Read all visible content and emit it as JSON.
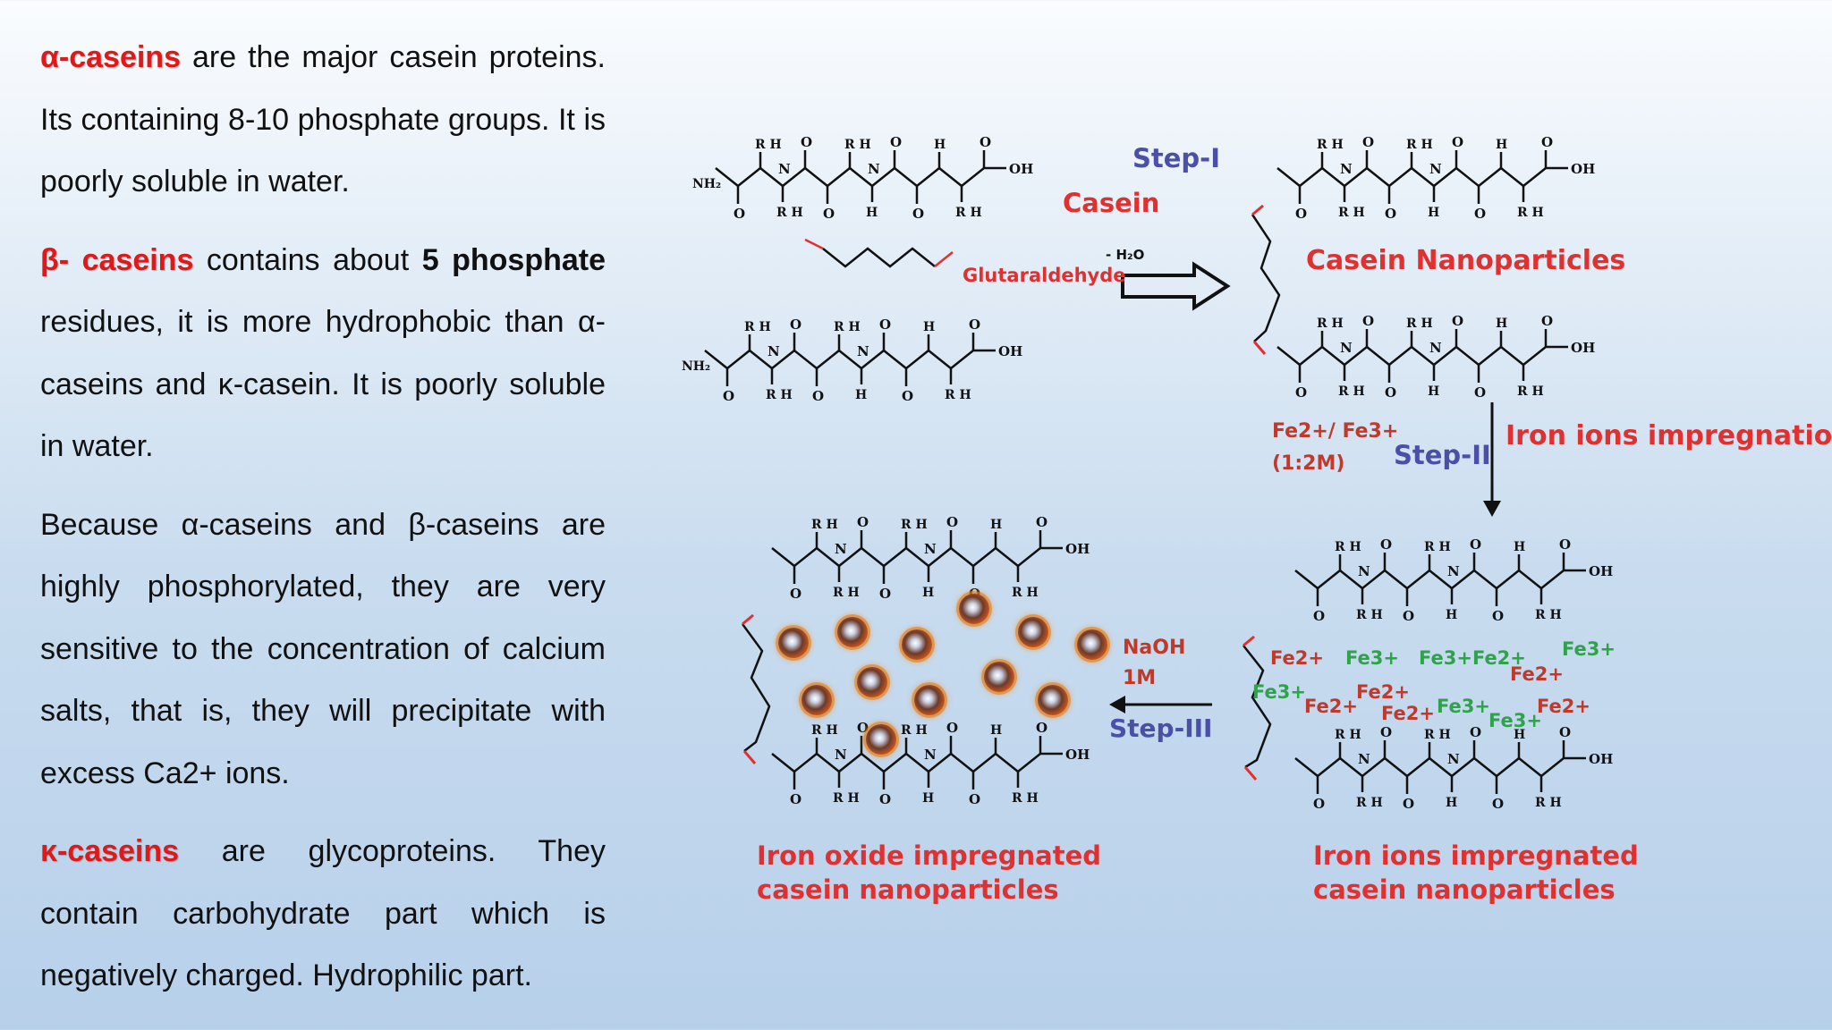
{
  "paragraphs": {
    "alpha": {
      "term": "α-caseins",
      "rest": " are the major casein proteins. Its containing  8-10 phosphate groups. It is poorly soluble in water."
    },
    "beta": {
      "term": "β- caseins",
      "mid": " contains about ",
      "bold": "5 phosphate",
      "rest": " residues, it is more hydrophobic than α-caseins and κ-casein. It is poorly soluble in water."
    },
    "because": "Because α-caseins and β-caseins are highly phosphorylated, they are very sensitive to the concentration of calcium salts, that is, they will precipitate with excess Ca2+ ions.",
    "kappa": {
      "term": "κ-caseins",
      "rest": " are glycoproteins. They contain carbohydrate part which is negatively charged. Hydrophilic part."
    }
  },
  "diagram": {
    "step1": "Step-I",
    "casein": "Casein",
    "water_loss": "- H₂O",
    "glutaraldehyde": "Glutaraldehyde",
    "casein_nanoparticles": "Casein Nanoparticles",
    "fe_ratio_line1": "Fe2+/ Fe3+",
    "fe_ratio_line2": "(1:2M)",
    "step2": "Step-II",
    "iron_impregnation": "Iron ions impregnation",
    "naoh_line1": "NaOH",
    "naoh_line2": "1M",
    "step3": "Step-III",
    "caption_left_1": "Iron oxide impregnated",
    "caption_left_2": "casein nanoparticles",
    "caption_right_1": "Iron ions impregnated",
    "caption_right_2": "casein nanoparticles",
    "ions": {
      "a": "Fe2+",
      "b": "Fe3+",
      "c": "Fe3+Fe2+",
      "d": "Fe3+",
      "e": "Fe2+",
      "f": "Fe3+",
      "g": "Fe2+",
      "h": "Fe2+",
      "i": "Fe2+",
      "j": "Fe3+",
      "k": "Fe3+",
      "l": "Fe2+"
    },
    "colors": {
      "term_red": "#e01818",
      "step_blue": "#4a4fa8",
      "fe3_green": "#2ea34a",
      "fe2_red": "#c0392b"
    }
  }
}
